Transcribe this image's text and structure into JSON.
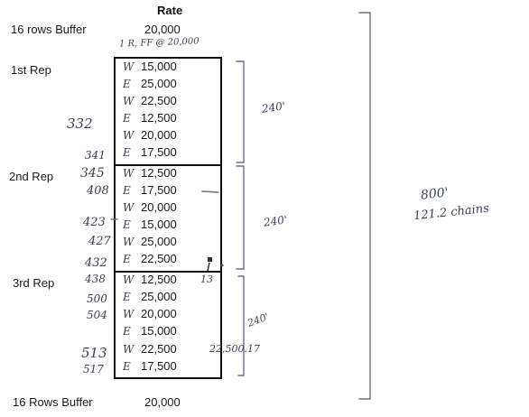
{
  "header": {
    "rate": "Rate"
  },
  "buffer_top": {
    "label": "16 rows Buffer",
    "rate": "20,000",
    "note": "1 R, FF @ 20,000"
  },
  "reps": [
    {
      "label": "1st Rep",
      "rows": [
        {
          "dir": "W",
          "rate": "15,000",
          "num": ""
        },
        {
          "dir": "E",
          "rate": "25,000",
          "num": ""
        },
        {
          "dir": "W",
          "rate": "22,500",
          "num": ""
        },
        {
          "dir": "E",
          "rate": "12,500",
          "num": "332"
        },
        {
          "dir": "W",
          "rate": "20,000",
          "num": ""
        },
        {
          "dir": "E",
          "rate": "17,500",
          "num": "341"
        }
      ]
    },
    {
      "label": "2nd Rep",
      "rows": [
        {
          "dir": "W",
          "rate": "12,500",
          "num": "345"
        },
        {
          "dir": "E",
          "rate": "17,500",
          "num": "408"
        },
        {
          "dir": "W",
          "rate": "20,000",
          "num": ""
        },
        {
          "dir": "E",
          "rate": "15,000",
          "num": "423"
        },
        {
          "dir": "W",
          "rate": "25,000",
          "num": "427"
        },
        {
          "dir": "E",
          "rate": "22,500",
          "num": "432"
        }
      ]
    },
    {
      "label": "3rd Rep",
      "rows": [
        {
          "dir": "W",
          "rate": "12,500",
          "num": "438"
        },
        {
          "dir": "E",
          "rate": "25,000",
          "num": "500"
        },
        {
          "dir": "W",
          "rate": "20,000",
          "num": "504"
        },
        {
          "dir": "E",
          "rate": "15,000",
          "num": ""
        },
        {
          "dir": "W",
          "rate": "22,500",
          "num": "513"
        },
        {
          "dir": "E",
          "rate": "17,500",
          "num": "517"
        }
      ]
    }
  ],
  "buffer_bottom": {
    "label": "16 Rows Buffer",
    "rate": "20,000"
  },
  "annotations": {
    "rep1_length": "240'",
    "rep2_length": "240'",
    "rep3_length": "240'",
    "total_length": "800'",
    "total_chains": "121.2 chains",
    "row_note_13": "13",
    "row_note_22500": "22,500.17"
  }
}
